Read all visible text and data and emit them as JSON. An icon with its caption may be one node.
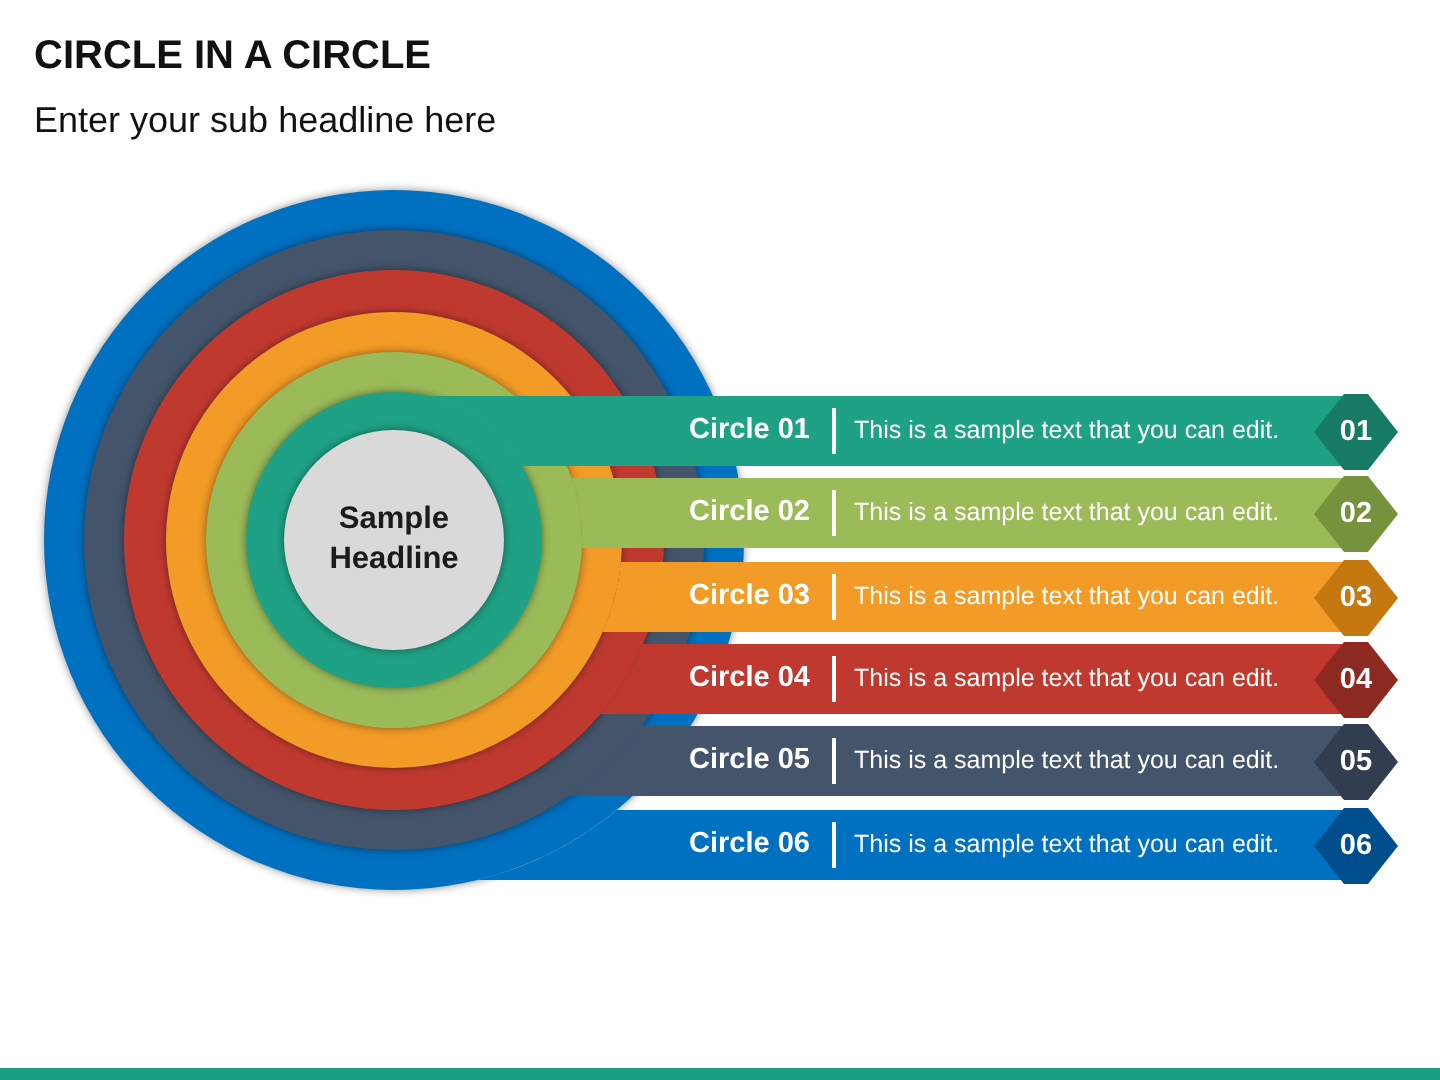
{
  "diagram": {
    "title": "CIRCLE IN A CIRCLE",
    "nodes": [
      {
        "text": [],
        "shape": "circle"
      },
      {
        "text": [],
        "shape": "circle",
        "in": 0
      },
      {
        "text": [],
        "shape": "circle",
        "in": 1
      },
      {
        "text": [],
        "shape": "circle",
        "in": 2
      },
      {
        "text": [],
        "shape": "circle",
        "in": 3
      },
      {
        "text": [],
        "shape": "circle",
        "in": 4
      },
      {
        "text": [
          "Sample Headline"
        ],
        "in": 5
      },
      {
        "text": [
          "Circle 01",
          "This is a sample text that you can edit."
        ]
      },
      {
        "text": [
          "01"
        ]
      },
      {
        "text": [
          "Circle 02",
          "This is a sample text that you can edit."
        ]
      },
      {
        "text": [
          "02"
        ]
      },
      {
        "text": [
          "Circle 03",
          "This is a sample text that you can edit."
        ]
      },
      {
        "text": [
          "03"
        ]
      },
      {
        "text": [
          "Circle 04",
          "This is a sample text that you can edit."
        ]
      },
      {
        "text": [
          "04"
        ]
      },
      {
        "text": [
          "Circle 05",
          "This is a sample text that you can edit."
        ]
      },
      {
        "text": [
          "05"
        ]
      },
      {
        "text": [
          "Circle 06",
          "This is a sample text that you can edit."
        ]
      },
      {
        "text": [
          "06"
        ]
      }
    ],
    "labels": [
      "Enter your sub headline here"
    ]
  }
}
